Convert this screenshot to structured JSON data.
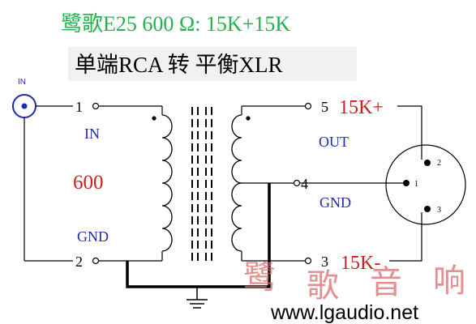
{
  "header": {
    "title": "鹭歌E25   600 Ω: 15K+15K",
    "subtitle": "单端RCA 转 平衡XLR"
  },
  "input": {
    "connector_label": "IN",
    "pin1_number": "1",
    "pin2_number": "2",
    "winding_label_in": "IN",
    "impedance": "600",
    "winding_label_gnd": "GND"
  },
  "output": {
    "pin5_number": "5",
    "pin5_impedance": "15K+",
    "label_out": "OUT",
    "pin4_number": "4",
    "label_gnd": "GND",
    "pin3_number": "3",
    "pin3_impedance": "15K-"
  },
  "xlr": {
    "pin1": "1",
    "pin2": "2",
    "pin3": "3"
  },
  "watermark": {
    "chars": [
      "鹭",
      "歌",
      "音",
      "响"
    ],
    "url": "www.lgaudio.net"
  },
  "colors": {
    "title_green": "#22b14c",
    "impedance_red": "#cc1f1f",
    "label_blue": "#1f2bb0",
    "watermark_red": "#d86a6a",
    "line_black": "#000000",
    "rca_blue": "#1f2bb0"
  }
}
